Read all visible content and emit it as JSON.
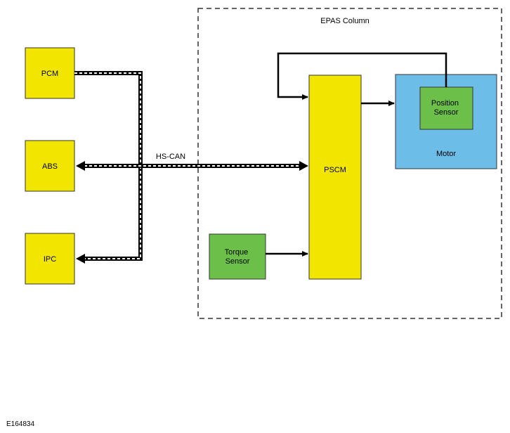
{
  "diagram": {
    "epas_group_label": "EPAS Column",
    "bus_label": "HS-CAN",
    "figure_id": "E164834",
    "blocks": {
      "pcm": "PCM",
      "abs": "ABS",
      "ipc": "IPC",
      "pscm": "PSCM",
      "torque_sensor": [
        "Torque",
        "Sensor"
      ],
      "position_sensor": [
        "Position",
        "Sensor"
      ],
      "motor": "Motor"
    }
  },
  "colors": {
    "module_fill": "#f2e600",
    "sensor_fill": "#6cc04a",
    "motor_fill": "#6cbde8",
    "line": "#000000"
  }
}
